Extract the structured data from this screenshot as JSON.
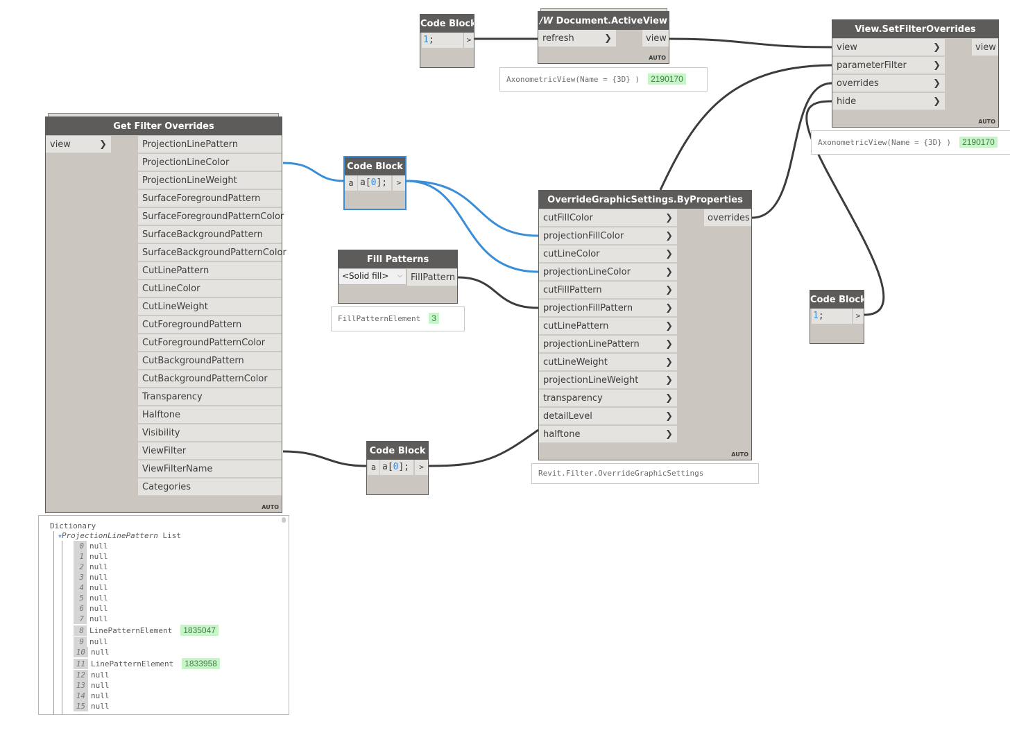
{
  "colors": {
    "wire_default": "#3c3c3c",
    "wire_selected": "#3a8dd6",
    "node_header": "#5e5c5a",
    "node_body": "#cbc7c0",
    "port_bg": "#e5e3df",
    "badge_bg": "#c6f5c8"
  },
  "nodes": {
    "code_block_top": {
      "title": "Code Block",
      "code_num": "1",
      "code_rest": ";",
      "out": ">"
    },
    "active_view": {
      "title": "Document.ActiveView",
      "title_icon": "revit-logo-icon",
      "input": "refresh",
      "output": "view",
      "lacing": "AUTO",
      "preview_text": "AxonometricView(Name = {3D} )",
      "preview_id": "2190170"
    },
    "set_filter": {
      "title": "View.SetFilterOverrides",
      "inputs": [
        "view",
        "parameterFilter",
        "overrides",
        "hide"
      ],
      "output": "view",
      "lacing": "AUTO",
      "preview_text": "AxonometricView(Name = {3D} )",
      "preview_id": "2190170"
    },
    "get_filter": {
      "title": "Get Filter Overrides",
      "input": "view",
      "lacing": "AUTO",
      "outputs": [
        "ProjectionLinePattern",
        "ProjectionLineColor",
        "ProjectionLineWeight",
        "SurfaceForegroundPattern",
        "SurfaceForegroundPatternColor",
        "SurfaceBackgroundPattern",
        "SurfaceBackgroundPatternColor",
        "CutLinePattern",
        "CutLineColor",
        "CutLineWeight",
        "CutForegroundPattern",
        "CutForegroundPatternColor",
        "CutBackgroundPattern",
        "CutBackgroundPatternColor",
        "Transparency",
        "Halftone",
        "Visibility",
        "ViewFilter",
        "ViewFilterName",
        "Categories"
      ]
    },
    "code_block_sel": {
      "title": "Code Block",
      "in": "a",
      "code_pre": "a[",
      "code_num": "0",
      "code_post": "];",
      "out": ">"
    },
    "fill_patterns": {
      "title": "Fill Patterns",
      "selected": "<Solid fill>",
      "output": "FillPattern",
      "preview_text": "FillPatternElement",
      "preview_id": "3"
    },
    "override_gs": {
      "title": "OverrideGraphicSettings.ByProperties",
      "output": "overrides",
      "lacing": "AUTO",
      "inputs": [
        "cutFillColor",
        "projectionFillColor",
        "cutLineColor",
        "projectionLineColor",
        "cutFillPattern",
        "projectionFillPattern",
        "cutLinePattern",
        "projectionLinePattern",
        "cutLineWeight",
        "projectionLineWeight",
        "transparency",
        "detailLevel",
        "halftone"
      ],
      "preview_text": "Revit.Filter.OverrideGraphicSettings"
    },
    "code_block_bottom": {
      "title": "Code Block",
      "in": "a",
      "code_pre": "a[",
      "code_num": "0",
      "code_post": "];",
      "out": ">"
    },
    "code_block_right": {
      "title": "Code Block",
      "code_num": "1",
      "code_rest": ";",
      "out": ">"
    }
  },
  "watch": {
    "root": "Dictionary",
    "key": "ProjectionLinePattern",
    "type": "List",
    "items": [
      {
        "i": "0",
        "v": "null"
      },
      {
        "i": "1",
        "v": "null"
      },
      {
        "i": "2",
        "v": "null"
      },
      {
        "i": "3",
        "v": "null"
      },
      {
        "i": "4",
        "v": "null"
      },
      {
        "i": "5",
        "v": "null"
      },
      {
        "i": "6",
        "v": "null"
      },
      {
        "i": "7",
        "v": "null"
      },
      {
        "i": "8",
        "v": "LinePatternElement",
        "id": "1835047"
      },
      {
        "i": "9",
        "v": "null"
      },
      {
        "i": "10",
        "v": "null"
      },
      {
        "i": "11",
        "v": "LinePatternElement",
        "id": "1833958"
      },
      {
        "i": "12",
        "v": "null"
      },
      {
        "i": "13",
        "v": "null"
      },
      {
        "i": "14",
        "v": "null"
      },
      {
        "i": "15",
        "v": "null"
      }
    ]
  }
}
